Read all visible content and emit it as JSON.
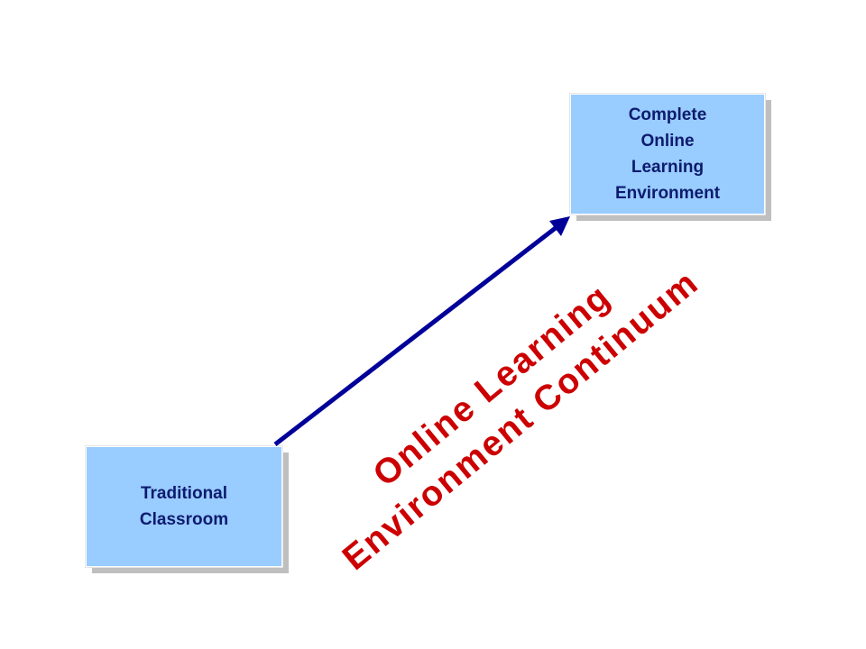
{
  "diagram": {
    "start_box": {
      "lines": [
        "Traditional",
        "Classroom"
      ]
    },
    "end_box": {
      "lines": [
        "Complete",
        "Online",
        "Learning",
        "Environment"
      ]
    },
    "continuum_label": {
      "lines": [
        "Online Learning",
        "Environment Continuum"
      ]
    },
    "colors": {
      "box_fill": "#99ccff",
      "box_text": "#0d1b6e",
      "arrow": "#000099",
      "label": "#cc0000"
    }
  }
}
